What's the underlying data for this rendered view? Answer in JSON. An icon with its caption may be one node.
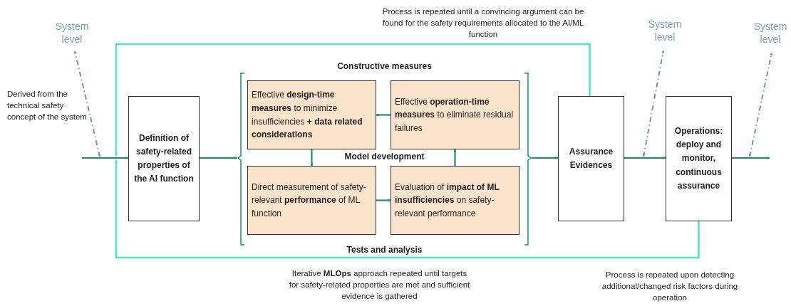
{
  "diagram": {
    "nodes": [
      {
        "text": [
          "System level"
        ]
      },
      {
        "text": [
          "Definition of safety-related properties of the AI function"
        ]
      },
      {
        "text": [
          "Constructive measures",
          "Model development",
          "Tests and analysis"
        ]
      },
      {
        "text": [
          "Effective **design-time measures** to minimize insufficiencies **+ data related considerations**"
        ],
        "in": 2
      },
      {
        "text": [
          "Effective **operation-time measures** to eliminate residual failures"
        ],
        "in": 2
      },
      {
        "text": [
          "Direct measurement of safety-relevant **performance** of ML function"
        ],
        "in": 2
      },
      {
        "text": [
          "Evaluation of **impact of ML insufficiencies** on safety-relevant performance"
        ],
        "in": 2
      },
      {
        "text": [
          "Assurance Evidences"
        ]
      },
      {
        "text": [
          "System level"
        ]
      },
      {
        "text": [
          "Operations: deploy and monitor, continuous assurance"
        ]
      },
      {
        "text": [
          "System level"
        ]
      }
    ],
    "edges": [
      {
        "from": null,
        "to": 1,
        "arrow": "to"
      },
      {
        "from": null,
        "to": 0,
        "arrow": "both",
        "style": "dashed",
        "color": "#7497ad"
      },
      {
        "from": 1,
        "to": 2,
        "arrow": "to"
      },
      {
        "from": 4,
        "to": 3,
        "arrow": "to"
      },
      {
        "from": 3,
        "to": 5,
        "arrow": "to"
      },
      {
        "from": 5,
        "to": 6,
        "arrow": "to"
      },
      {
        "from": 6,
        "to": 4,
        "arrow": "to"
      },
      {
        "from": 2,
        "to": 7,
        "arrow": "to"
      },
      {
        "from": 7,
        "to": 9,
        "arrow": "to"
      },
      {
        "from": 7,
        "to": 8,
        "arrow": "both",
        "style": "dashed",
        "color": "#7497ad"
      },
      {
        "from": 9,
        "to": null,
        "arrow": "to"
      },
      {
        "from": 9,
        "to": 10,
        "arrow": "both",
        "style": "dashed",
        "color": "#7497ad"
      },
      {
        "from": 7,
        "to": 1,
        "arrow": "to",
        "color": "#50e3c2"
      },
      {
        "from": 9,
        "to": 1,
        "arrow": "to",
        "color": "#50e3c2"
      }
    ],
    "labels": [
      "Process is repeated until a convincing argument can be found for the safety requirements allocated to the AI/ML function",
      "Derived from the technical safety concept of the system",
      "Iterative **MLOps** approach repeated until targets for safety-related properties are met and sufficient evidence is gathered",
      "Process is repeated upon detecting additional/changed risk factors during operation"
    ]
  }
}
